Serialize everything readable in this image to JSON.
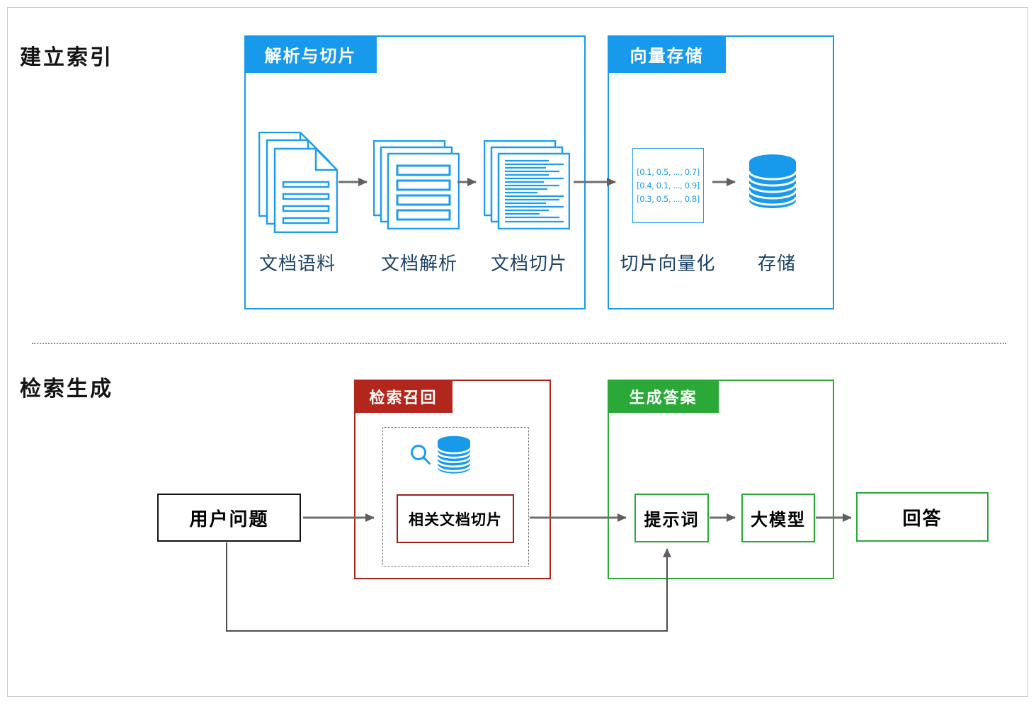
{
  "sections": {
    "indexing": {
      "title": "建立索引",
      "parse_box": {
        "header": "解析与切片",
        "items": [
          {
            "label": "文档语料"
          },
          {
            "label": "文档解析"
          },
          {
            "label": "文档切片"
          }
        ]
      },
      "vector_box": {
        "header": "向量存储",
        "vectors": [
          "[0.1, 0.5, ..., 0.7]",
          "[0.4, 0.1, ..., 0.9]",
          "[0.3, 0.5, ..., 0.8]"
        ],
        "vectorize_label": "切片向量化",
        "store_label": "存储"
      }
    },
    "retrieval": {
      "title": "检索生成",
      "user_question": "用户问题",
      "recall_box": {
        "header": "检索召回",
        "chunk_label": "相关文档切片"
      },
      "generate_box": {
        "header": "生成答案",
        "prompt_label": "提示词",
        "model_label": "大模型"
      },
      "answer": "回答"
    }
  },
  "colors": {
    "accent-blue": "#189aec",
    "icon-blue": "#1e9df0",
    "accent-red": "#b3261b",
    "accent-green": "#2aa838",
    "label-navy": "#1d4266",
    "arrow-gray": "#6e6e6e"
  }
}
